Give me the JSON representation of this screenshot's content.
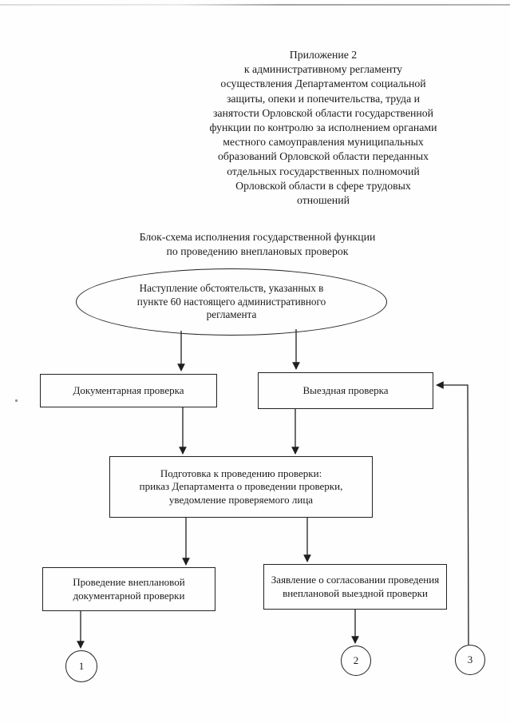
{
  "header": {
    "lines": [
      "Приложение 2",
      "к административному регламенту",
      "осуществления Департаментом социальной",
      "защиты, опеки и попечительства, труда и",
      "занятости Орловской области государственной",
      "функции по контролю за исполнением органами",
      "местного самоуправления муниципальных",
      "образований Орловской области переданных",
      "отдельных государственных полномочий",
      "Орловской области в сфере трудовых",
      "отношений"
    ]
  },
  "title": {
    "lines": [
      "Блок-схема исполнения государственной функции",
      "по проведению внеплановых проверок"
    ]
  },
  "flowchart": {
    "start_ellipse": {
      "lines": [
        "Наступление обстоятельств, указанных в",
        "пункте 60 настоящего административного",
        "регламента"
      ]
    },
    "boxes": {
      "documentary": {
        "lines": [
          "Документарная проверка"
        ]
      },
      "onsite": {
        "lines": [
          "Выездная проверка"
        ]
      },
      "preparation": {
        "lines": [
          "Подготовка к проведению проверки:",
          "приказ Департамента о проведении проверки,",
          "уведомление проверяемого лица"
        ]
      },
      "conduct_documentary": {
        "lines": [
          "Проведение внеплановой",
          "документарной проверки"
        ]
      },
      "application": {
        "lines": [
          "Заявление о согласовании проведения",
          "внеплановой выездной проверки"
        ]
      }
    },
    "circles": {
      "c1": "1",
      "c2": "2",
      "c3": "3"
    },
    "colors": {
      "ink": "#1f1f1f",
      "paper": "#fefefe"
    }
  }
}
